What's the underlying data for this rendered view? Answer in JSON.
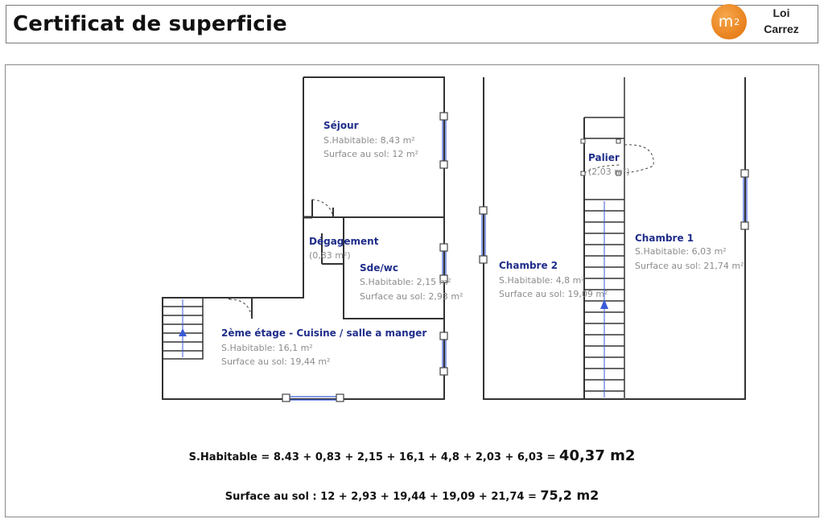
{
  "header": {
    "title": "Certificat de superficie",
    "logo_mark": "m",
    "logo_sup": "2",
    "logo_line1": "Loi",
    "logo_line2": "Carrez"
  },
  "rooms": {
    "sejour": {
      "name": "Séjour",
      "hab": "S.Habitable: 8,43 m²",
      "sol": "Surface au sol: 12 m²"
    },
    "degagement": {
      "name": "Dégagement",
      "area": "(0,83 m²)"
    },
    "sdewc": {
      "name": "Sde/wc",
      "hab": "S.Habitable: 2,15 m²",
      "sol": "Surface au sol: 2,93 m²"
    },
    "cuisine": {
      "name": "2ème étage - Cuisine / salle a manger",
      "hab": "S.Habitable: 16,1 m²",
      "sol": "Surface au sol: 19,44 m²"
    },
    "palier": {
      "name": "Palier",
      "area": "(2,03 m²)"
    },
    "chambre1": {
      "name": "Chambre 1",
      "hab": "S.Habitable: 6,03 m²",
      "sol": "Surface au sol: 21,74 m²"
    },
    "chambre2": {
      "name": "Chambre 2",
      "hab": "S.Habitable: 4,8 m²",
      "sol": "Surface au sol: 19,09 m²"
    }
  },
  "totals": {
    "habitable_formula": "S.Habitable = 8.43 + 0,83 + 2,15 + 16,1 + 4,8 + 2,03 + 6,03 =",
    "habitable_total": "40,37 m2",
    "sol_formula": "Surface au sol : 12 + 2,93 + 19,44 + 19,09 + 21,74 =",
    "sol_total": "75,2 m2"
  },
  "colors": {
    "room_label": "#1f2d8a",
    "value_text": "#8c8c8c",
    "window": "#3b5bd6",
    "logo": "#e8801c"
  },
  "icons": [
    "stair-arrow-icon",
    "door-swing-icon",
    "window-icon"
  ]
}
